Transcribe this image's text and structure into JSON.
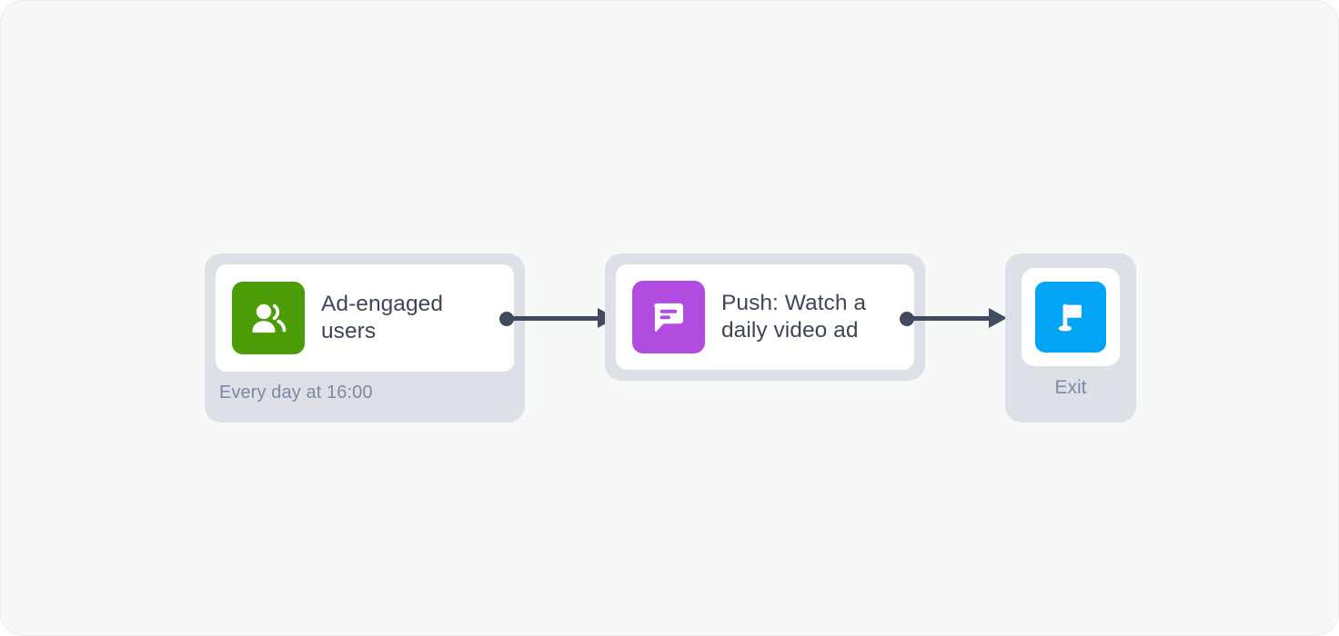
{
  "canvas": {
    "background_color": "#f7f8f8",
    "border_color": "#ebedef"
  },
  "flow": {
    "nodes": [
      {
        "id": "trigger",
        "type": "audience-trigger",
        "title": "Ad-engaged users",
        "subtitle": "Every day at 16:00",
        "icon": "audience-people-icon",
        "icon_color": "#4b9c06"
      },
      {
        "id": "message",
        "type": "push-message",
        "title": "Push: Watch a daily video ad",
        "icon": "speech-bubble-icon",
        "icon_color": "#b24ce0"
      },
      {
        "id": "exit",
        "type": "exit",
        "title": "Exit",
        "icon": "flag-icon",
        "icon_color": "#03a3f5"
      }
    ],
    "connectors": [
      {
        "id": "trigger-to-message",
        "from": "trigger",
        "to": "message"
      },
      {
        "id": "message-to-exit",
        "from": "message",
        "to": "exit"
      }
    ],
    "connector_color": "#414a5e",
    "node_container_color": "#dde0e6",
    "node_card_color": "#ffffff",
    "title_color": "#3d4756",
    "subtitle_color": "#7b8aa0"
  }
}
